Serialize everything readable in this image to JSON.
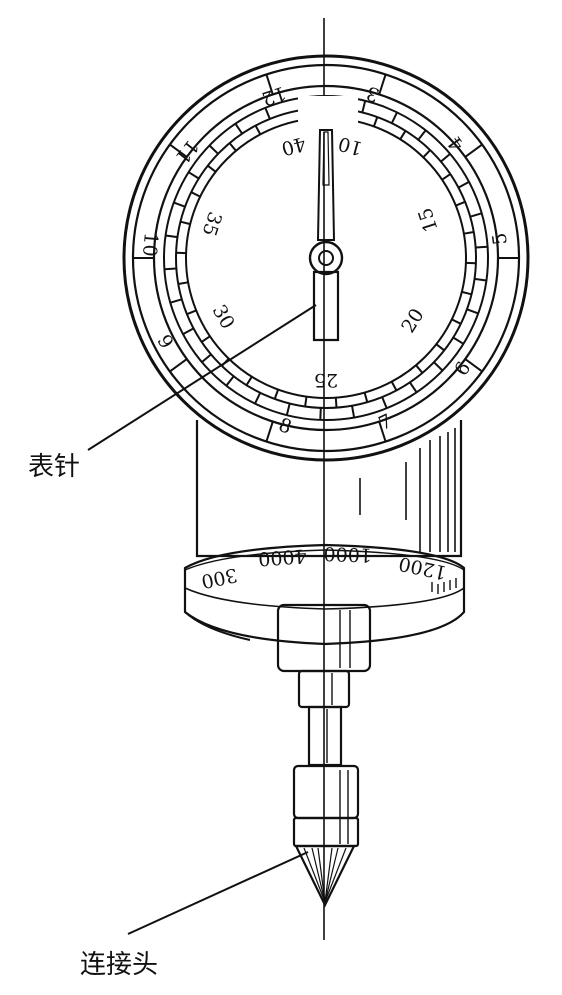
{
  "labels": {
    "pointer": "表针",
    "connector": "连接头"
  },
  "outer_ring_numbers": [
    "3",
    "4",
    "5",
    "6",
    "7",
    "8",
    "9",
    "10",
    "11",
    "12"
  ],
  "inner_dial_numbers": [
    "10",
    "15",
    "20",
    "25",
    "30",
    "35",
    "40"
  ],
  "base_scale_numbers": [
    "1200",
    "1000",
    "4000",
    "300"
  ],
  "ink_color": "#111111"
}
